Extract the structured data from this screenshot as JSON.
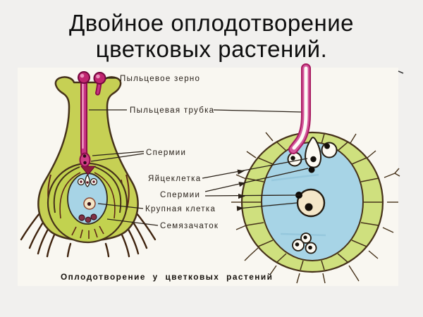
{
  "title": {
    "line1": "Двойное оплодотворение",
    "line2": "цветковых растений."
  },
  "figure": {
    "caption": "Оплодотворение у цветковых растений",
    "labels": {
      "pollen_grain": "Пыльцевое зерно",
      "pollen_tube": "Пыльцевая трубка",
      "sperm_upper": "Спермии",
      "egg_cell": "Яйцеклетка",
      "sperm_lower": "Спермии",
      "central_cell": "Крупная клетка",
      "ovule": "Семязачаток"
    },
    "colors": {
      "pistil_green": "#c6d054",
      "ovule_green": "#c2d24f",
      "cell_ring_green": "#cfe07e",
      "embryo_sac_blue": "#a7d4e6",
      "pollen_tube_magenta": "#a81a60",
      "pollen_grain_pink": "#c02570",
      "outline_brown": "#46321a",
      "integument_maroon": "#5f2718",
      "label_text": "#29211a",
      "title_text": "#0e0e0e"
    }
  }
}
